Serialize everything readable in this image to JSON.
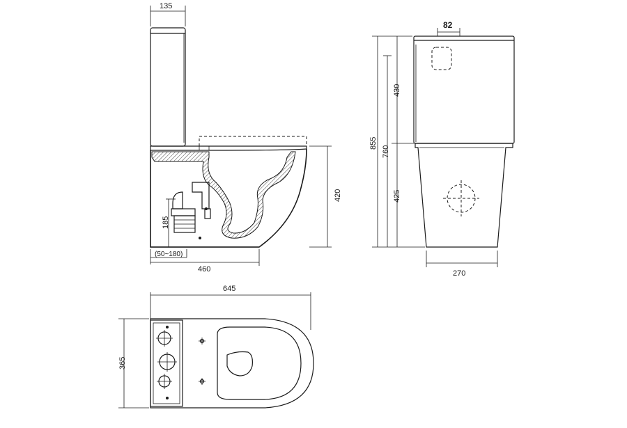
{
  "side_view": {
    "dim_tank_depth": "135",
    "dim_total_depth": "460",
    "dim_seat_height": "420",
    "dim_outlet_height": "185",
    "dim_outlet_offset": "(50~180)"
  },
  "front_view": {
    "dim_button": "82",
    "dim_total_height": "855",
    "dim_bowl_to_top": "760",
    "dim_tank_height": "430",
    "dim_pan_height": "425",
    "dim_width": "270"
  },
  "plan_view": {
    "dim_length": "645",
    "dim_width": "365"
  }
}
